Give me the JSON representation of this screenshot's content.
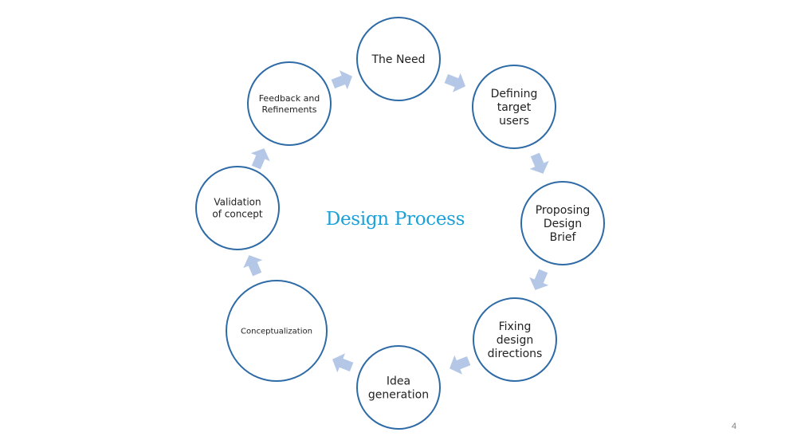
{
  "title": "Design Process",
  "page_number": "4",
  "colors": {
    "title": "#1ba1d8",
    "circle_stroke": "#2e6ba6",
    "arrow_fill": "#b4c7e7",
    "text": "#222222"
  },
  "nodes": [
    {
      "id": "the-need",
      "lines": [
        "The Need"
      ]
    },
    {
      "id": "defining-target-users",
      "lines": [
        "Defining",
        "target",
        "users"
      ]
    },
    {
      "id": "proposing-design-brief",
      "lines": [
        "Proposing",
        "Design",
        "Brief"
      ]
    },
    {
      "id": "fixing-design-directions",
      "lines": [
        "Fixing",
        "design",
        "directions"
      ]
    },
    {
      "id": "idea-generation",
      "lines": [
        "Idea",
        "generation"
      ]
    },
    {
      "id": "conceptualization",
      "lines": [
        "Conceptualization"
      ]
    },
    {
      "id": "validation-of-concept",
      "lines": [
        "Validation",
        "of concept"
      ]
    },
    {
      "id": "feedback-and-refinements",
      "lines": [
        "Feedback and",
        "Refinements"
      ]
    }
  ]
}
